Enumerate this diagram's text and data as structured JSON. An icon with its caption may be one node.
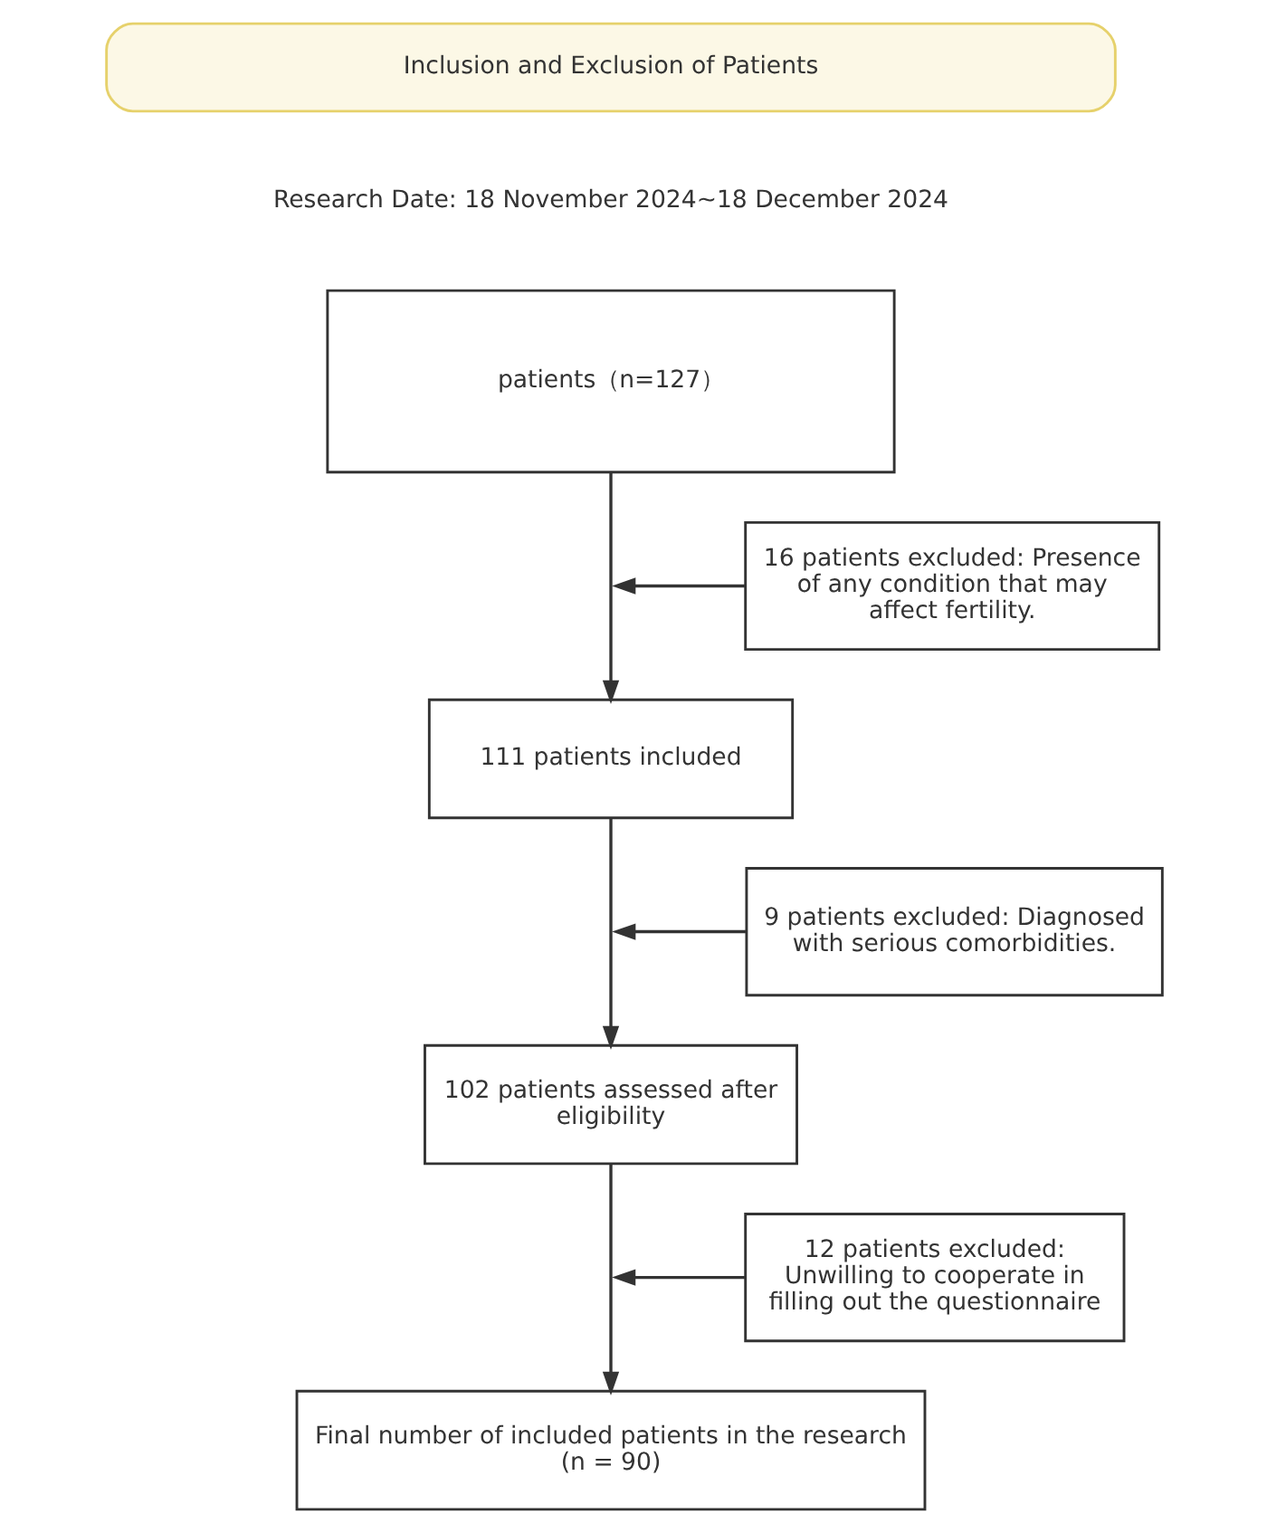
{
  "diagram": {
    "nodes": [
      {
        "text": [
          "Inclusion and Exclusion of Patients"
        ]
      },
      {
        "text": [
          "patients（n=127）"
        ]
      },
      {
        "text": [
          "16 patients excluded: Presence of any condition that may affect fertility."
        ]
      },
      {
        "text": [
          "111 patients included"
        ]
      },
      {
        "text": [
          "9 patients excluded: Diagnosed with serious comorbidities."
        ]
      },
      {
        "text": [
          "102 patients assessed after eligibility"
        ]
      },
      {
        "text": [
          "12 patients excluded: Unwilling to cooperate in filling out the questionnaire"
        ]
      },
      {
        "text": [
          "Final number of included patients in the research (n = 90)"
        ]
      }
    ],
    "edges": [
      {
        "from": 1,
        "to": 3,
        "arrow": "to"
      },
      {
        "from": 2,
        "to": null,
        "arrow": "to"
      },
      {
        "from": 3,
        "to": 5,
        "arrow": "to"
      },
      {
        "from": 4,
        "to": null,
        "arrow": "to"
      },
      {
        "from": 5,
        "to": 7,
        "arrow": "to"
      },
      {
        "from": 6,
        "to": null,
        "arrow": "to"
      }
    ],
    "labels": [
      "Research Date: 18 November 2024~18 December 2024"
    ]
  }
}
